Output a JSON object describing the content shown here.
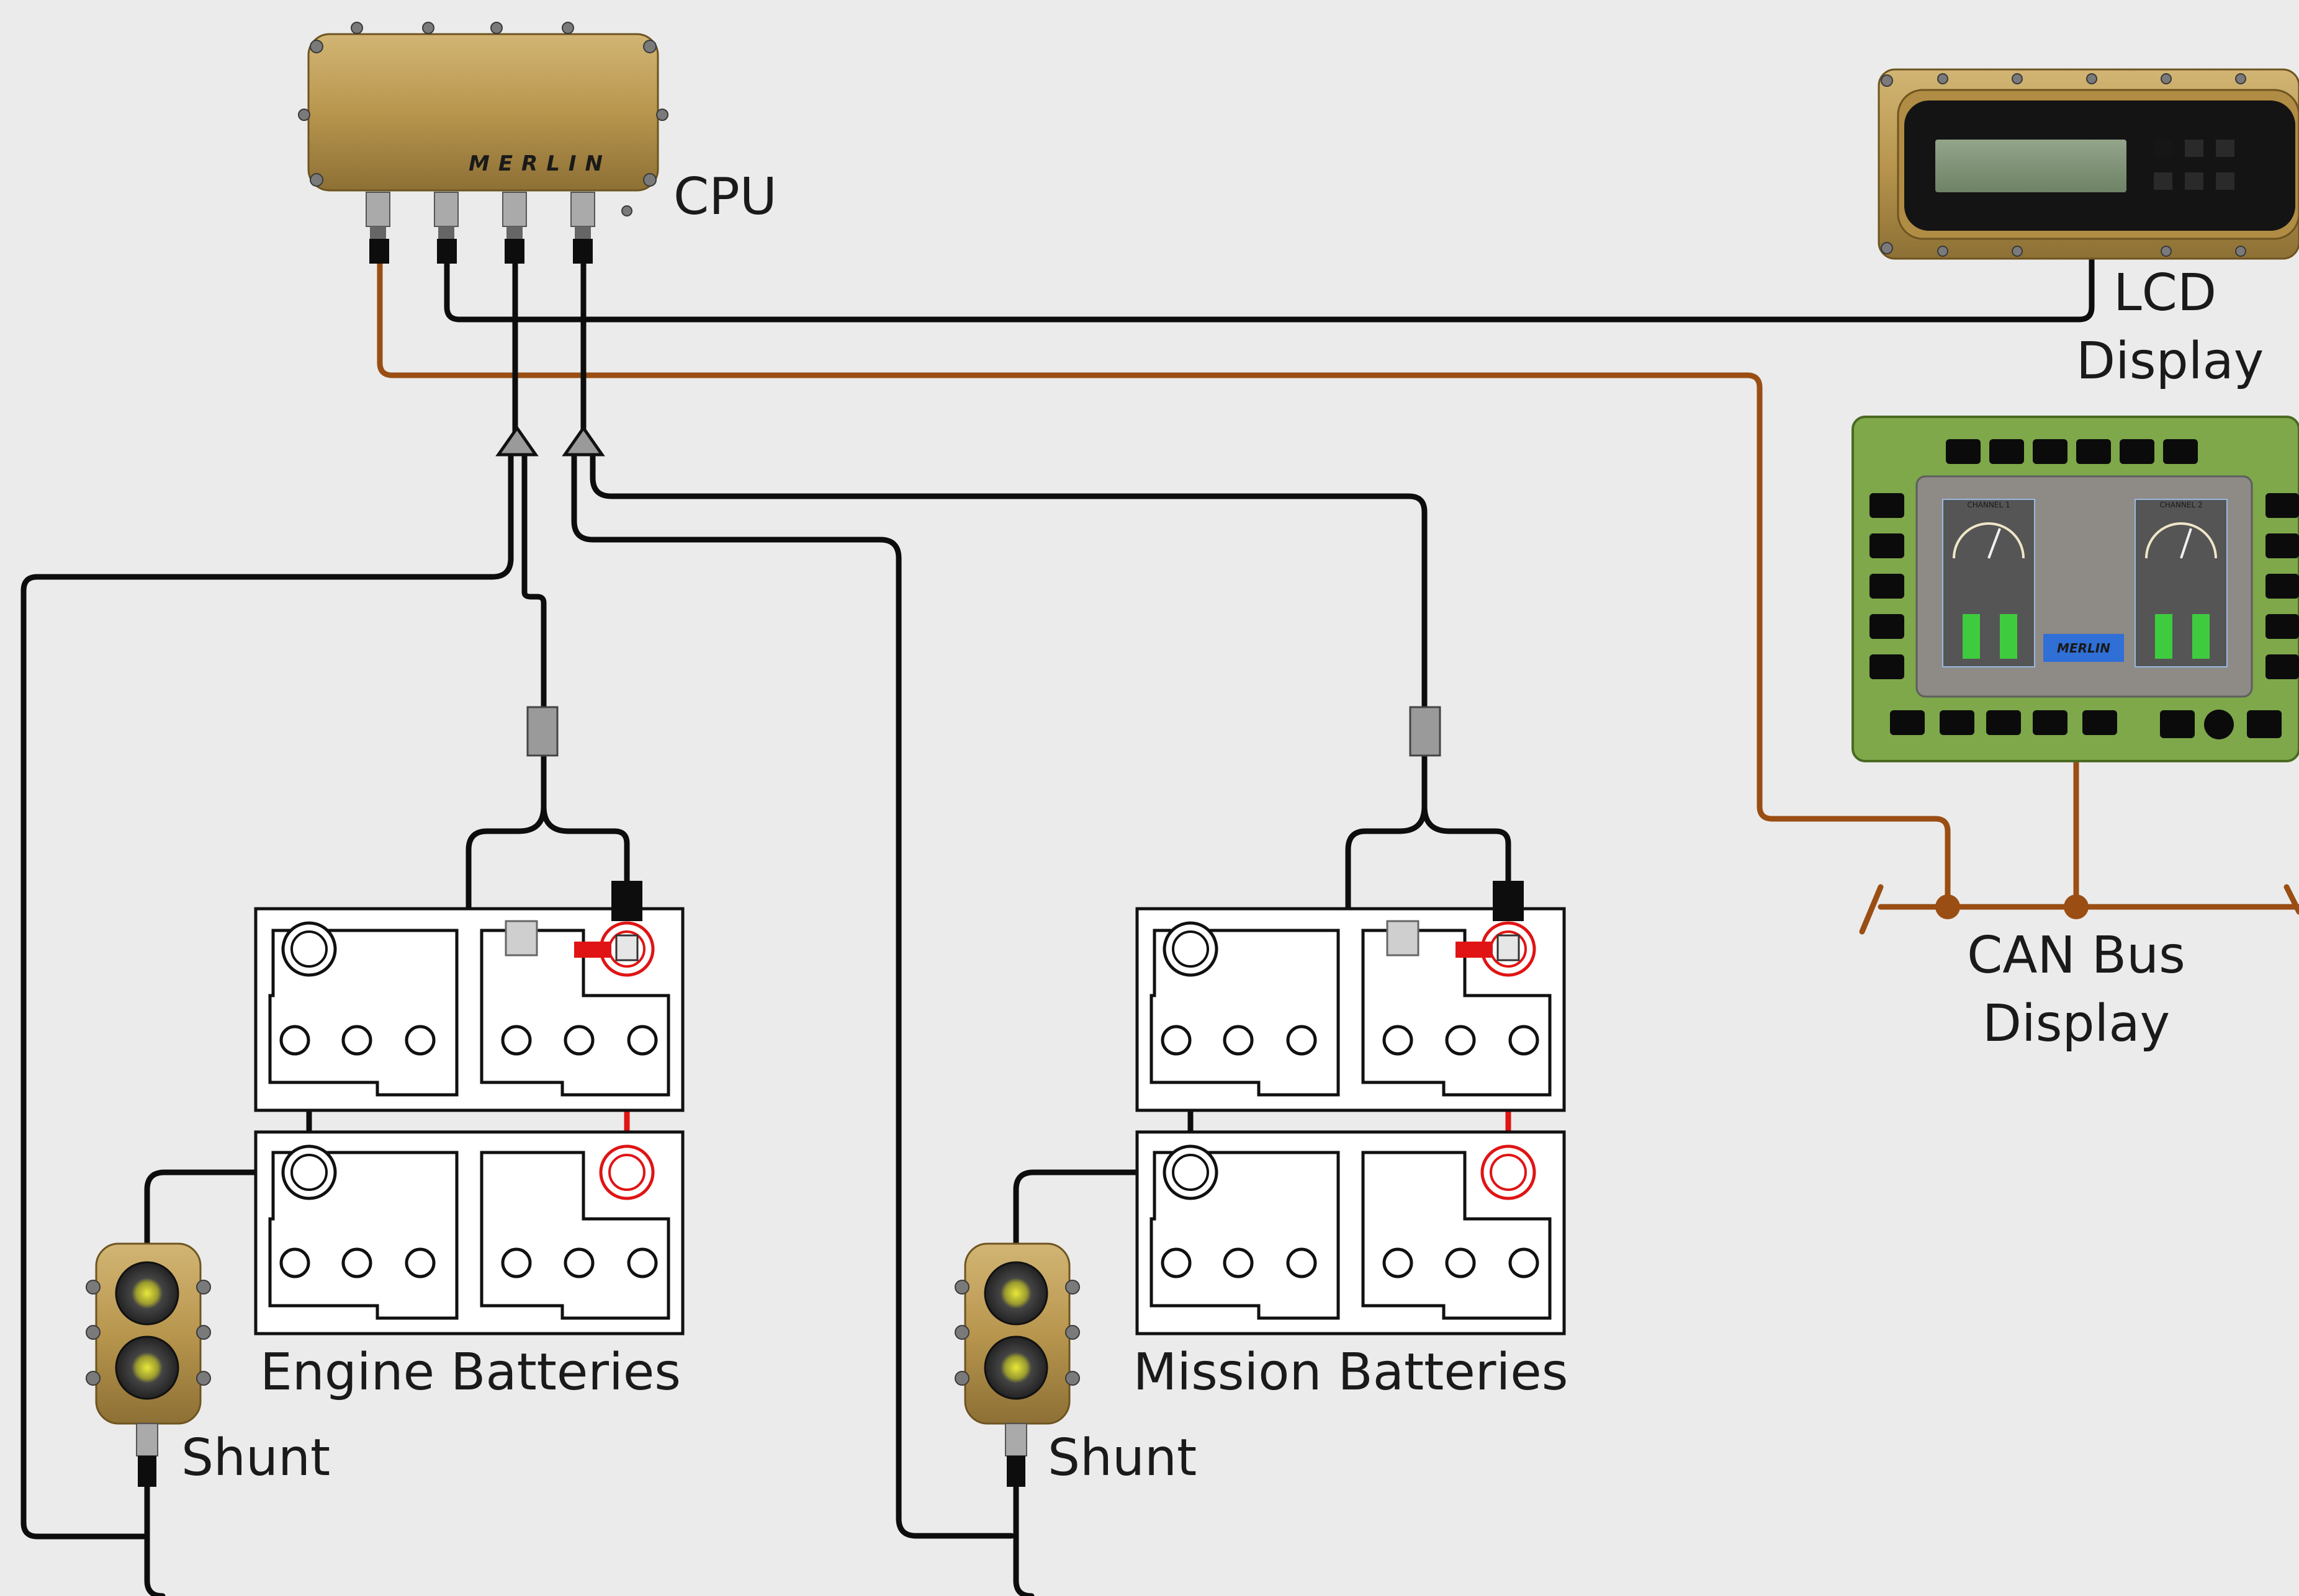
{
  "labels": {
    "cpu": "CPU",
    "lcd_line1": "LCD",
    "lcd_line2": "Display",
    "can_line1": "CAN Bus",
    "can_line2": "Display",
    "engine_batteries": "Engine Batteries",
    "mission_batteries": "Mission Batteries",
    "shunt_left": "Shunt",
    "shunt_right": "Shunt"
  },
  "cpu_logo": "MERLIN",
  "can_screen": {
    "channel1": "CHANNEL 1",
    "channel2": "CHANNEL 2",
    "logo": "MERLIN"
  },
  "colors": {
    "background": "#ebebeb",
    "wire": "#0d0d0d",
    "can_wire": "#9a4e14",
    "positive": "#e01414",
    "brass": "#b8964e",
    "can_display_body": "#7ea84a"
  },
  "icons": [
    "cpu-unit-icon",
    "lcd-display-icon",
    "can-bus-display-icon",
    "shunt-icon",
    "battery-icon",
    "y-splitter-icon",
    "inline-fuse-icon"
  ]
}
